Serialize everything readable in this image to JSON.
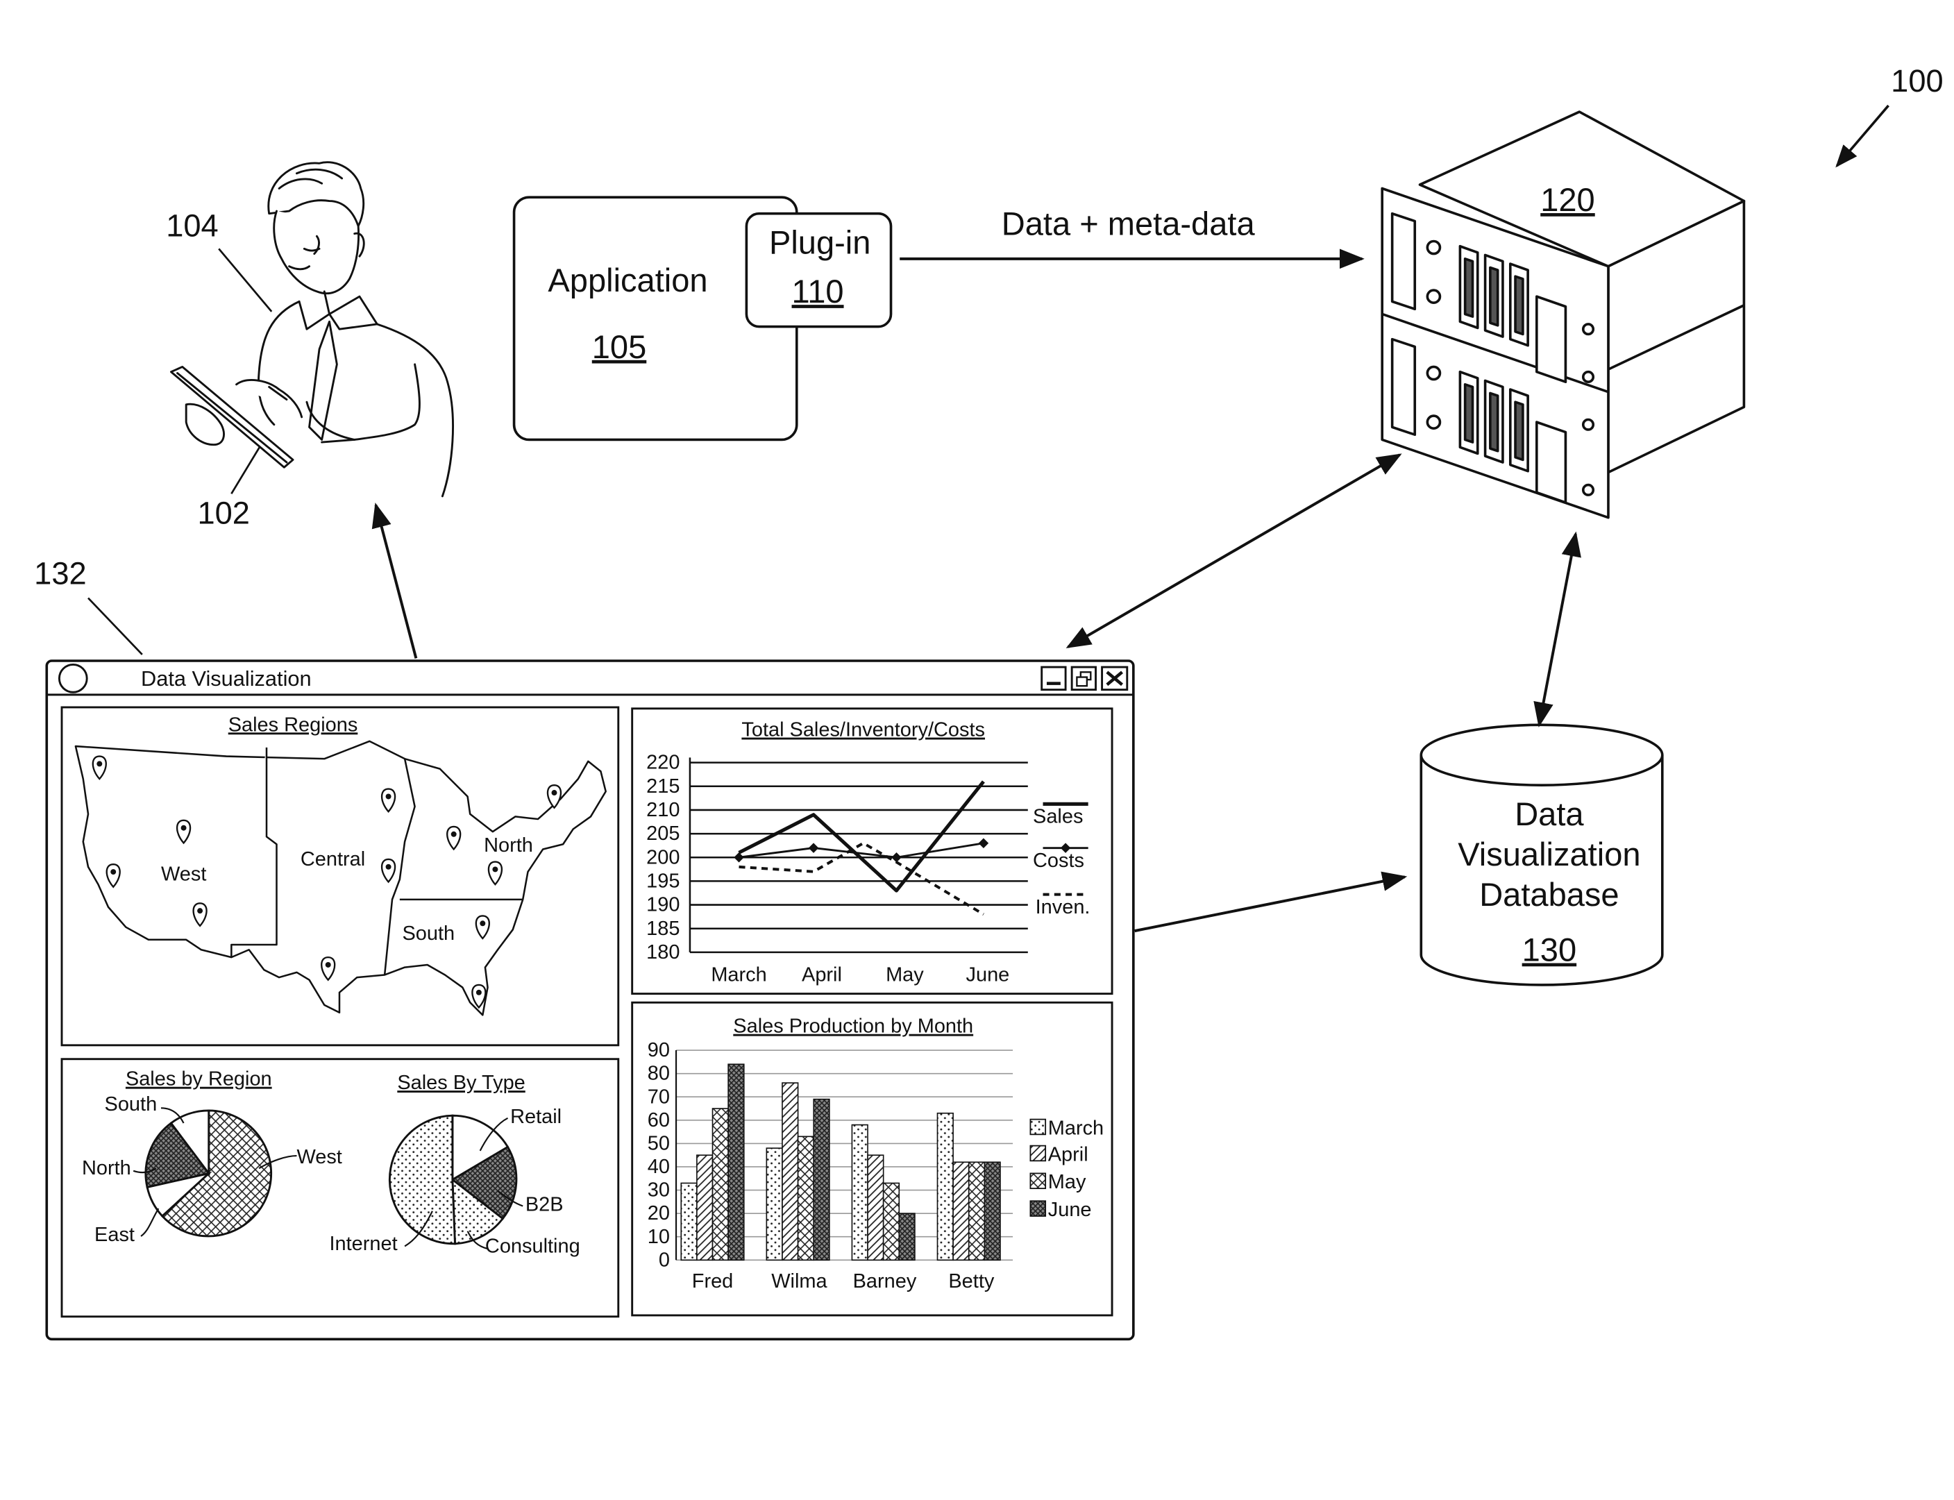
{
  "refs": {
    "system": "100",
    "device": "102",
    "user": "104",
    "server": "120",
    "database": "130",
    "window": "132"
  },
  "application": {
    "title": "Application",
    "number": "105",
    "plugin_title": "Plug-in",
    "plugin_number": "110"
  },
  "arrow_label": "Data + meta-data",
  "database": {
    "line1": "Data",
    "line2": "Visualization",
    "line3": "Database",
    "number": "130"
  },
  "window": {
    "title": "Data Visualization",
    "controls": [
      "minimize-icon",
      "restore-icon",
      "close-icon"
    ]
  },
  "map": {
    "title": "Sales Regions",
    "regions": [
      "West",
      "Central",
      "North",
      "South"
    ]
  },
  "pies": {
    "region_title": "Sales by Region",
    "region_labels": [
      "South",
      "North",
      "West",
      "East"
    ],
    "type_title": "Sales By Type",
    "type_labels": [
      "Retail",
      "B2B",
      "Internet",
      "Consulting"
    ]
  },
  "chart_data": [
    {
      "type": "line",
      "title": "Total Sales/Inventory/Costs",
      "categories": [
        "March",
        "April",
        "May",
        "June"
      ],
      "y_ticks": [
        "220",
        "215",
        "210",
        "205",
        "200",
        "195",
        "190",
        "185",
        "180"
      ],
      "ylim": [
        180,
        220
      ],
      "grid": true,
      "legend_placement": "right",
      "series": [
        {
          "name": "Sales",
          "x": [
            0,
            0.9,
            1.9,
            2.95
          ],
          "values": [
            201,
            209,
            193,
            216
          ]
        },
        {
          "name": "Costs",
          "x": [
            0,
            0.9,
            1.9,
            2.95
          ],
          "values": [
            200,
            202,
            200,
            203
          ]
        },
        {
          "name": "Inven.",
          "x": [
            0,
            0.9,
            1.5,
            1.9,
            2.95
          ],
          "values": [
            198,
            197,
            203,
            199,
            188
          ]
        }
      ]
    },
    {
      "type": "bar",
      "title": "Sales Production by Month",
      "categories": [
        "Fred",
        "Wilma",
        "Barney",
        "Betty"
      ],
      "y_ticks": [
        "90",
        "80",
        "70",
        "60",
        "50",
        "40",
        "30",
        "20",
        "10",
        "0"
      ],
      "ylim": [
        0,
        90
      ],
      "grid": true,
      "legend_placement": "right",
      "series": [
        {
          "name": "March",
          "values": [
            33,
            48,
            58,
            63
          ]
        },
        {
          "name": "April",
          "values": [
            45,
            76,
            45,
            42
          ]
        },
        {
          "name": "May",
          "values": [
            65,
            53,
            33,
            42
          ]
        },
        {
          "name": "June",
          "values": [
            84,
            69,
            20,
            42
          ]
        }
      ]
    }
  ]
}
